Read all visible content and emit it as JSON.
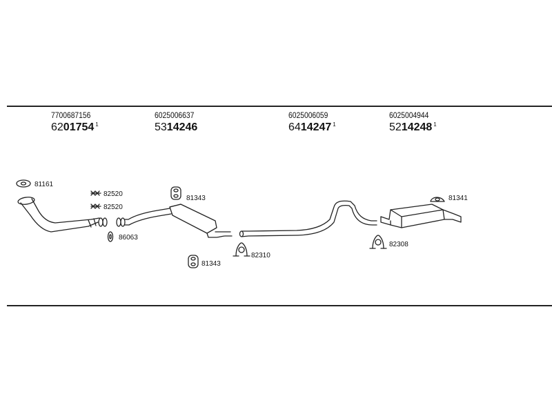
{
  "groups": [
    {
      "oem": "7700687156",
      "prefix": "62",
      "main": "01754",
      "sup": "1"
    },
    {
      "oem": "6025006637",
      "prefix": "53",
      "main": "14246",
      "sup": ""
    },
    {
      "oem": "6025006059",
      "prefix": "64",
      "main": "14247",
      "sup": "1"
    },
    {
      "oem": "6025004944",
      "prefix": "52",
      "main": "14248",
      "sup": "1"
    }
  ],
  "labels": {
    "l81161": "81161",
    "l82520a": "82520",
    "l82520b": "82520",
    "l86063": "86063",
    "l81343a": "81343",
    "l81343b": "81343",
    "l82310": "82310",
    "l82308": "82308",
    "l81341": "81341"
  }
}
